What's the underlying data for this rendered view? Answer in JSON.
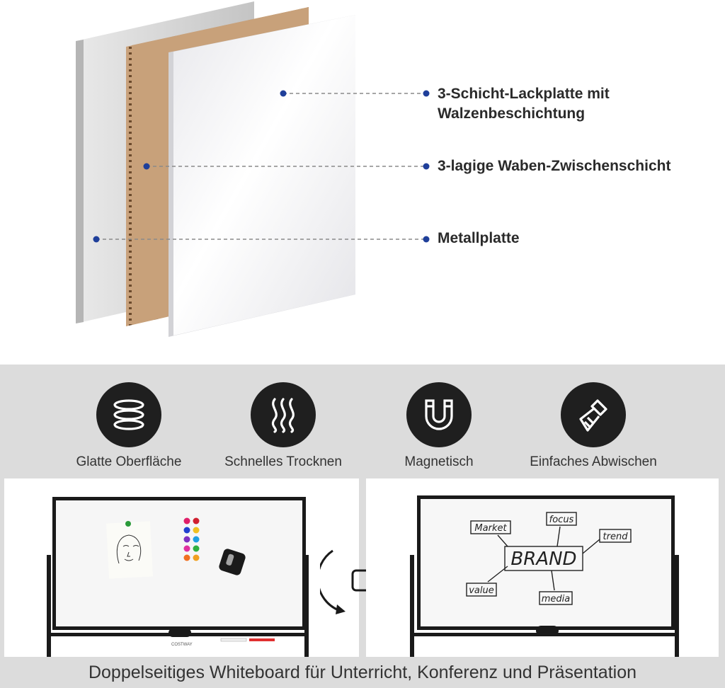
{
  "layers": {
    "callouts": [
      {
        "text": "3-Schicht-Lackplatte mit\nWalzenbeschichtung"
      },
      {
        "text": "3-lagige Waben-Zwischenschicht"
      },
      {
        "text": "Metallplatte"
      }
    ]
  },
  "features": [
    {
      "label": "Glatte Oberfläche",
      "icon": "layers-icon"
    },
    {
      "label": "Schnelles Trocknen",
      "icon": "wavy-lines-icon"
    },
    {
      "label": "Magnetisch",
      "icon": "magnet-icon"
    },
    {
      "label": "Einfaches Abwischen",
      "icon": "brush-icon"
    }
  ],
  "whiteboard_right": {
    "center_word": "BRAND",
    "words": [
      "Market",
      "focus",
      "trend",
      "value",
      "media"
    ]
  },
  "brand_mark": "COSTWAY",
  "caption": "Doppelseitiges Whiteboard für Unterricht, Konferenz und Präsentation",
  "colors": {
    "dot": "#1f3f9a",
    "band": "#dcdcdc",
    "icon_bg": "#1f1f1f",
    "cardboard": "#c79f78"
  }
}
